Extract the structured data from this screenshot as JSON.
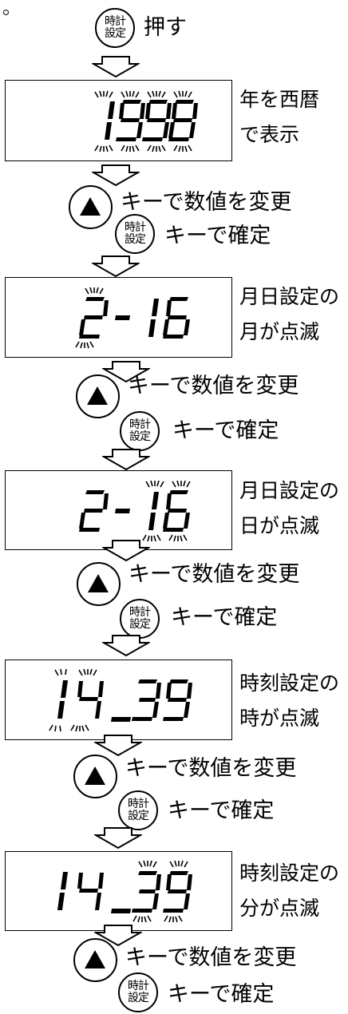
{
  "start": {
    "button": [
      "時計",
      "設定"
    ],
    "text": "押す"
  },
  "steps": [
    {
      "display": "1998",
      "desc": [
        "年を西暦",
        "で表示"
      ]
    },
    {
      "display": "2- 16",
      "desc": [
        "月日設定の",
        "月が点滅"
      ]
    },
    {
      "display": "2- 16",
      "desc": [
        "月日設定の",
        "日が点滅"
      ]
    },
    {
      "display": "14_39",
      "desc": [
        "時刻設定の",
        "時が点滅"
      ]
    },
    {
      "display": "14_39",
      "desc": [
        "時刻設定の",
        "分が点滅"
      ]
    }
  ],
  "instructions": {
    "up": "キーで数値を変更",
    "set": "キーで確定"
  }
}
